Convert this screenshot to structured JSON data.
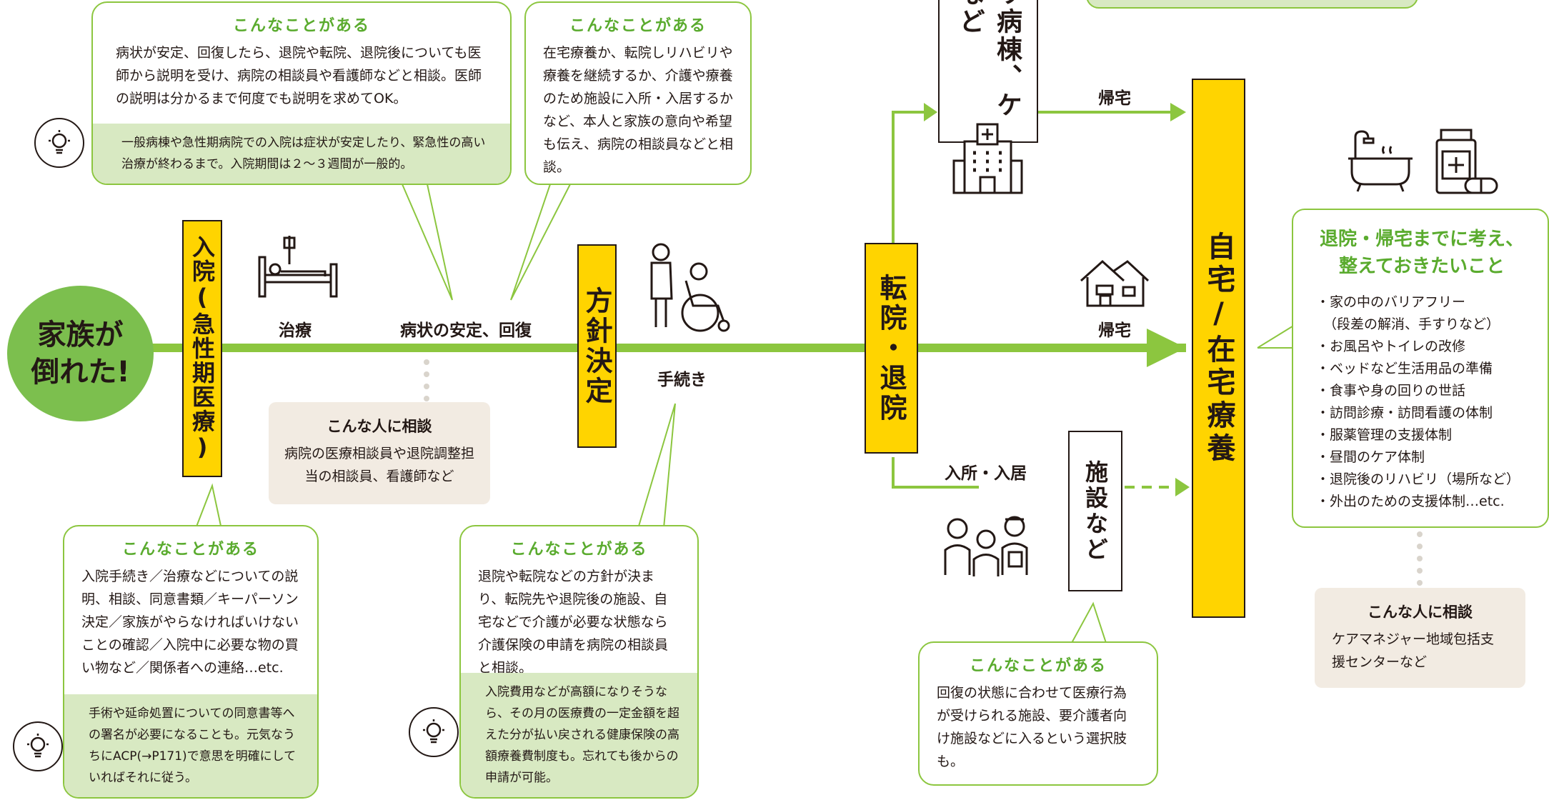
{
  "colors": {
    "green": "#8cc63f",
    "dark_green": "#5aab2e",
    "yellow": "#ffd400",
    "pale_green": "#d8e9c2",
    "beige": "#f2ebe2"
  },
  "start_circle": {
    "line1": "家族が",
    "line2": "倒れた!"
  },
  "stages": {
    "admission": "入院(急性期医療)",
    "decision": "方針決定",
    "transfer": "転院・退院",
    "home_care": "自宅/在宅療養",
    "rehab": "リハビリ病棟、ケア病棟など",
    "facility": "施設など"
  },
  "flow_labels": {
    "treatment": "治療",
    "stable": "病状の安定、回復",
    "procedures": "手続き",
    "return_home_top": "帰宅",
    "return_home_mid": "帰宅",
    "enter_facility": "入所・入居"
  },
  "bubble_top_left": {
    "title": "こんなことがある",
    "body": "病状が安定、回復したら、退院や転院、退院後についても医師から説明を受け、病院の相談員や看護師などと相談。医師の説明は分かるまで何度でも説明を求めてOK。",
    "tip": "一般病棟や急性期病院での入院は症状が安定したり、緊急性の高い治療が終わるまで。入院期間は２～３週間が一般的。"
  },
  "bubble_top_mid": {
    "title": "こんなことがある",
    "body": "在宅療養か、転院しリハビリや療養を継続するか、介護や療養のため施設に入所・入居するかなど、本人と家族の意向や希望も伝え、病院の相談員などと相談。"
  },
  "consult_hospital": {
    "title": "こんな人に相談",
    "body": "病院の医療相談員や退院調整担当の相談員、看護師など"
  },
  "bubble_bottom_left": {
    "title": "こんなことがある",
    "body": "入院手続き／治療などについての説明、相談、同意書類／キーパーソン決定／家族がやらなければいけないことの確認／入院中に必要な物の買い物など／関係者への連絡…etc.",
    "tip": "手術や延命処置についての同意書等への署名が必要になることも。元気なうちにACP(→P171)で意思を明確にしていればそれに従う。"
  },
  "bubble_bottom_mid": {
    "title": "こんなことがある",
    "body": "退院や転院などの方針が決まり、転院先や退院後の施設、自宅などで介護が必要な状態なら介護保険の申請を病院の相談員と相談。",
    "tip": "入院費用などが高額になりそうなら、その月の医療費の一定金額を超えた分が払い戻される健康保険の高額療養費制度も。忘れても後からの申請が可能。"
  },
  "bubble_facility": {
    "title": "こんなことがある",
    "body": "回復の状態に合わせて医療行為が受けられる施設、要介護者向け施設などに入るという選択肢も。"
  },
  "prepare_box": {
    "title": "退院・帰宅までに考え、整えておきたいこと",
    "items": [
      "・家の中のバリアフリー",
      "（段差の解消、手すりなど）",
      "・お風呂やトイレの改修",
      "・ベッドなど生活用品の準備",
      "・食事や身の回りの世話",
      "・訪問診療・訪問看護の体制",
      "・服薬管理の支援体制",
      "・昼間のケア体制",
      "・退院後のリハビリ（場所など）",
      "・外出のための支援体制…etc."
    ]
  },
  "consult_home": {
    "title": "こんな人に相談",
    "body": "ケアマネジャー地域包括支援センターなど"
  },
  "icons": [
    "hospital-bed-icon",
    "caregiver-wheelchair-icon",
    "hospital-building-icon",
    "house-icon",
    "care-staff-icon",
    "bathtub-icon",
    "medicine-icon",
    "lightbulb-icon"
  ]
}
